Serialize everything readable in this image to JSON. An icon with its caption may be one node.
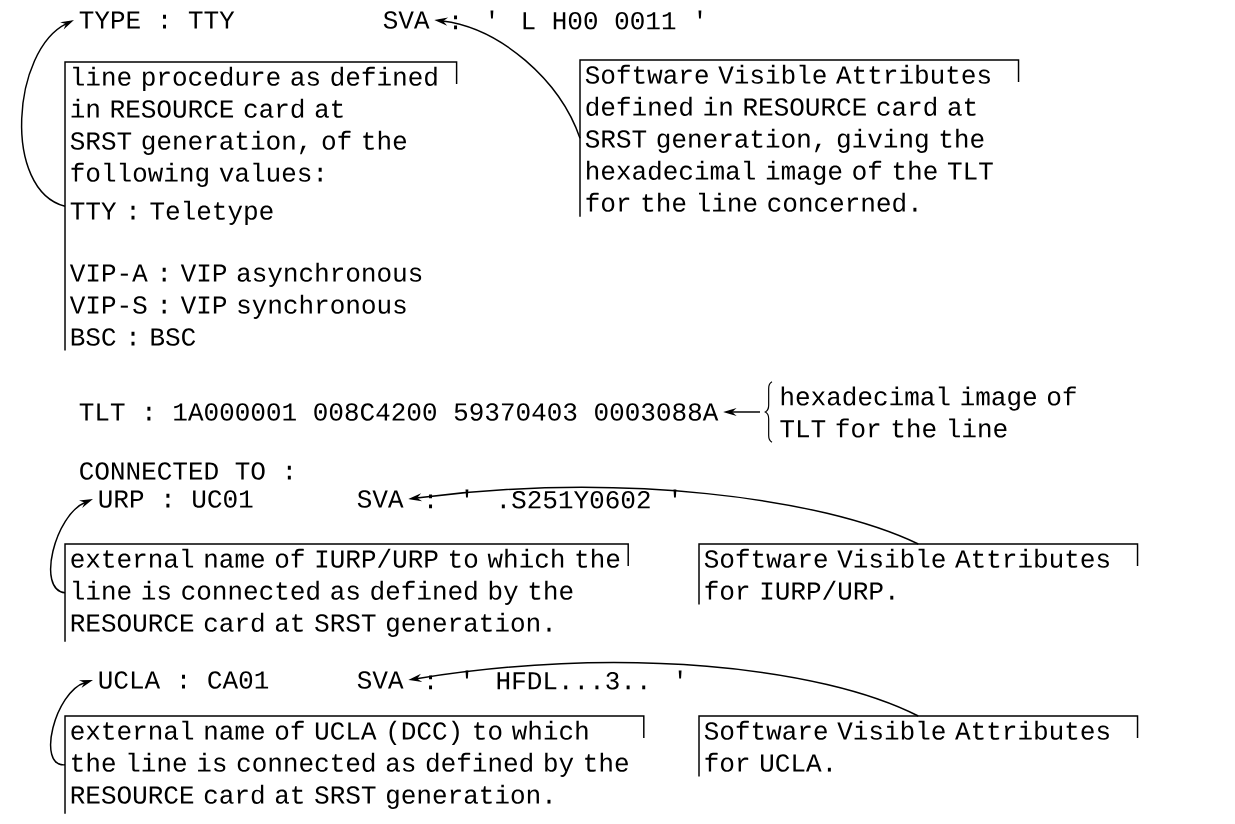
{
  "diagram": {
    "nodes": [
      {
        "text": [
          "TYPE : TTY"
        ]
      },
      {
        "text": [
          "SVA"
        ]
      },
      {
        "text": [
          "line procedure as defined in RESOURCE card at SRST generation, of the following values:",
          "TTY : Teletype",
          "VIP-A : VIP asynchronous",
          "VIP-S : VIP synchronous",
          "BSC : BSC"
        ]
      },
      {
        "text": [
          "Software Visible Attributes defined in RESOURCE card at SRST generation, giving the hexadecimal image of the TLT for the line concerned."
        ]
      },
      {
        "text": [
          "TLT : 1A000001 008C4200 59370403 0003088A"
        ]
      },
      {
        "text": [
          "hexadecimal image of TLT for the line"
        ]
      },
      {
        "text": [
          "URP : UC01"
        ]
      },
      {
        "text": [
          "SVA"
        ]
      },
      {
        "text": [
          "external name of IURP/URP to which the line is connected as defined by the RESOURCE card at SRST generation."
        ]
      },
      {
        "text": [
          "Software Visible Attributes for IURP/URP."
        ]
      },
      {
        "text": [
          "UCLA : CA01"
        ]
      },
      {
        "text": [
          "SVA"
        ]
      },
      {
        "text": [
          "external name of UCLA (DCC) to which the line is connected as defined by the RESOURCE card at SRST generation."
        ]
      },
      {
        "text": [
          "Software Visible Attributes for UCLA."
        ]
      }
    ],
    "edges": [
      {
        "from": 2,
        "to": 0,
        "arrow": "to"
      },
      {
        "from": 3,
        "to": 1,
        "arrow": "to"
      },
      {
        "from": 5,
        "to": 4,
        "arrow": "to"
      },
      {
        "from": 8,
        "to": 6,
        "arrow": "to"
      },
      {
        "from": 9,
        "to": 7,
        "arrow": "to"
      },
      {
        "from": 12,
        "to": 10,
        "arrow": "to"
      },
      {
        "from": 13,
        "to": 11,
        "arrow": "to"
      }
    ],
    "labels": [
      ": ' L H00 0011 '",
      "CONNECTED TO :",
      ": ' .S251Y0602 '",
      ": ' HFDL...3.. '"
    ]
  }
}
